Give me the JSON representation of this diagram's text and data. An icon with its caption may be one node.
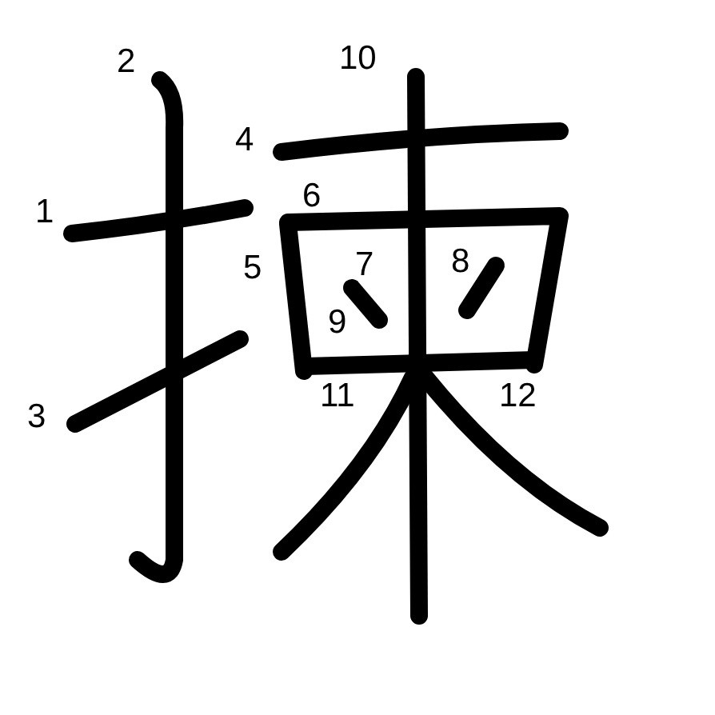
{
  "diagram": {
    "labels": [
      "2",
      "10",
      "4",
      "1",
      "6",
      "5",
      "7",
      "8",
      "9",
      "3",
      "11",
      "12"
    ]
  }
}
